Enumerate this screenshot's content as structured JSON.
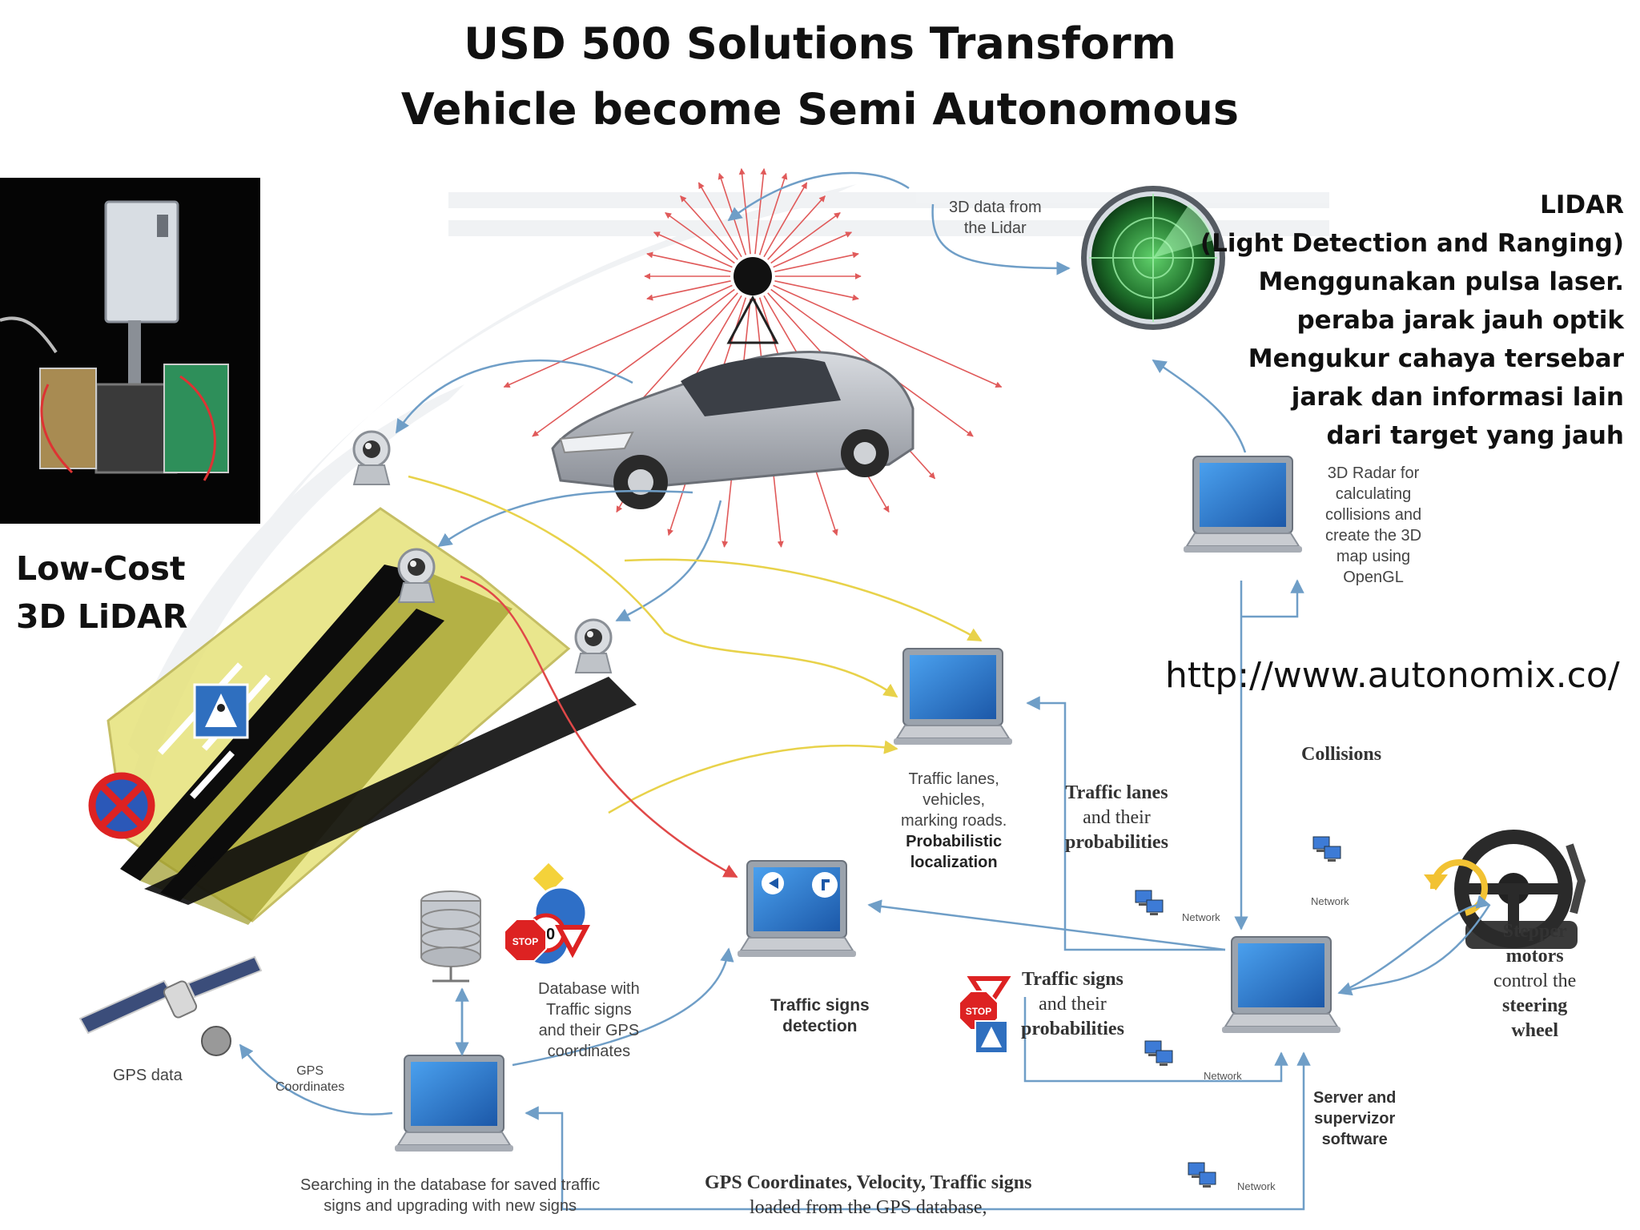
{
  "title": {
    "line1": "USD 500 Solutions Transform",
    "line2": "Vehicle become Semi Autonomous"
  },
  "lidar_info": {
    "heading": "LIDAR",
    "subtitle": "(Light Detection and Ranging)",
    "lines": [
      "Menggunakan pulsa laser.",
      "peraba jarak jauh optik",
      "Mengukur cahaya tersebar",
      "jarak dan informasi lain",
      "dari target yang jauh"
    ]
  },
  "low_cost": {
    "line1": "Low-Cost",
    "line2": "3D LiDAR"
  },
  "url": "http://www.autonomix.co/",
  "labels": {
    "lidar_data": [
      "3D data from",
      "the Lidar"
    ],
    "radar": [
      "3D Radar for",
      "calculating",
      "collisions and",
      "create the 3D",
      "map using",
      "OpenGL"
    ],
    "collisions": "Collisions",
    "lanes_laptop": [
      "Traffic lanes,",
      "vehicles,",
      "marking roads."
    ],
    "lanes_laptop_bold": [
      "Probabilistic",
      "localization"
    ],
    "lanes_probs": [
      "Traffic lanes",
      "and their",
      "probabilities"
    ],
    "signs_detection": [
      "Traffic signs",
      "detection"
    ],
    "signs_probs": [
      "Traffic signs",
      "and their",
      "probabilities"
    ],
    "database": [
      "Database with",
      "Traffic signs",
      "and their GPS",
      "coordinates"
    ],
    "gps_data": "GPS data",
    "gps_coords": [
      "GPS",
      "Coordinates"
    ],
    "searching": [
      "Searching in the database for saved traffic",
      "signs and upgrading with new signs"
    ],
    "server": [
      "Server and",
      "supervizor",
      "software"
    ],
    "stepper": [
      "Stepper",
      "motors",
      "control the",
      "steering",
      "wheel"
    ],
    "gps_velocity": [
      "GPS Coordinates, Velocity, Traffic signs",
      "loaded from the GPS database,"
    ],
    "network": "Network",
    "speed_limit": "30",
    "stop": "STOP"
  },
  "colors": {
    "arrow_blue": "#6f9ec7",
    "arrow_yellow": "#e8d24a",
    "arrow_red": "#e04848",
    "lidar_ray": "#e05a5a",
    "screen_blue": "#2b72c9",
    "radar_green": "#2c8a3a",
    "fov_yellow": "#e6e27a"
  }
}
